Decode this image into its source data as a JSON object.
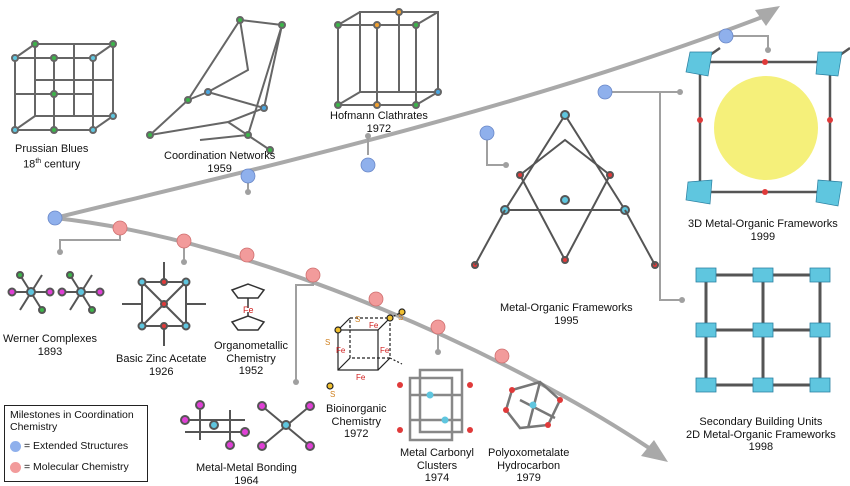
{
  "colors": {
    "extended": "#8fb0ec",
    "molecular": "#f29b9b",
    "arrow": "#a9a9a9",
    "connector": "#a0a0a0",
    "bond": "#555555",
    "metal": "#5fc6df",
    "oxygen": "#e03a3a",
    "halogen": "#e040d6",
    "nitrogen": "#4aa6e0",
    "sphere": "#f5f07a"
  },
  "labels": {
    "prussian": {
      "line1": "Prussian Blues",
      "line2_num": "18",
      "line2_sup": "th",
      "line2_rest": " century"
    },
    "coordination": {
      "line1": "Coordination Networks",
      "line2": "1959"
    },
    "hofmann": {
      "line1": "Hofmann Clathrates",
      "line2": "1972"
    },
    "mof_3d": {
      "line1": "3D Metal-Organic Frameworks",
      "line2": "1999"
    },
    "mof": {
      "line1": "Metal-Organic Frameworks",
      "line2": "1995"
    },
    "sbu": {
      "line1": "Secondary Building Units",
      "line2": "2D Metal-Organic Frameworks",
      "line3": "1998"
    },
    "werner": {
      "line1": "Werner Complexes",
      "line2": "1893"
    },
    "zinc": {
      "line1": "Basic Zinc Acetate",
      "line2": "1926"
    },
    "organometallic": {
      "line1": "Organometallic",
      "line2": "Chemistry",
      "line3": "1952"
    },
    "metal_metal": {
      "line1": "Metal-Metal Bonding",
      "line2": "1964"
    },
    "bioinorganic": {
      "line1": "Bioinorganic",
      "line2": "Chemistry",
      "line3": "1972"
    },
    "carbonyl": {
      "line1": "Metal Carbonyl",
      "line2": "Clusters",
      "line3": "1974"
    },
    "polyoxo": {
      "line1": "Polyoxometalate",
      "line2": "Hydrocarbon",
      "line3": "1979"
    }
  },
  "structure_text": {
    "fe_ferrocene": "Fe",
    "fe_cluster_1": "Fe",
    "fe_cluster_2": "Fe",
    "fe_cluster_3": "Fe",
    "fe_cluster_4": "Fe",
    "s_1": "S",
    "s_2": "S",
    "s_3": "S",
    "s_4": "S"
  },
  "legend": {
    "title_line1": "Milestones in Coordination",
    "title_line2": "Chemistry",
    "extended": "= Extended Structures",
    "molecular": "= Molecular Chemistry"
  }
}
